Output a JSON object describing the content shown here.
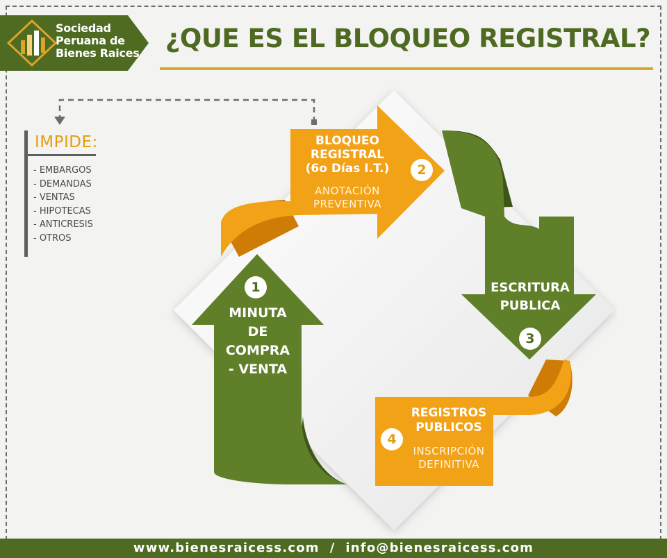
{
  "logo": {
    "lines": [
      "Sociedad",
      "Peruana de",
      "Bienes Raices"
    ],
    "colors": {
      "badge": "#4f6b22",
      "emblem": "#d9a62a"
    },
    "icon": "building-emblem-icon"
  },
  "title": "¿QUE ES EL BLOQUEO REGISTRAL?",
  "impide": {
    "heading": "IMPIDE:",
    "items": [
      "- EMBARGOS",
      "- DEMANDAS",
      "- VENTAS",
      "- HIPOTECAS",
      "- ANTICRESIS",
      "- OTROS"
    ]
  },
  "steps": [
    {
      "number": "1",
      "lines": [
        "MINUTA",
        "DE",
        "COMPRA",
        "- VENTA"
      ],
      "sub": []
    },
    {
      "number": "2",
      "lines": [
        "BLOQUEO",
        "REGISTRAL",
        "(6o Días I.T.)"
      ],
      "sub": [
        "ANOTACIÓN",
        "PREVENTIVA"
      ]
    },
    {
      "number": "3",
      "lines": [
        "ESCRITURA",
        "PUBLICA"
      ],
      "sub": []
    },
    {
      "number": "4",
      "lines": [
        "REGISTROS",
        "PUBLICOS"
      ],
      "sub": [
        "INSCRIPCIÓN",
        "DEFINITIVA"
      ]
    }
  ],
  "colors": {
    "green": "#5f7f28",
    "green_dark": "#3d5517",
    "orange": "#f2a216",
    "orange_dark": "#cf7c07",
    "gray_dash": "#6d6d6d"
  },
  "footer": "www.bienesraicess.com  /  info@bienesraicess.com"
}
